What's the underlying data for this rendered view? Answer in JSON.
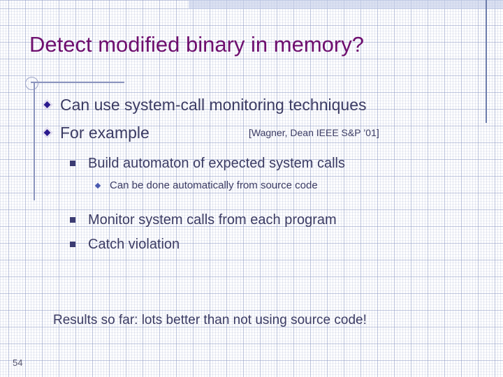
{
  "slide": {
    "title": "Detect modified binary in memory?",
    "page_number": "54",
    "conclusion": "Results so far: lots better than not using source code!",
    "colors": {
      "title": "#6e0e6e",
      "body_text": "#3b3b63",
      "bullet_diamond": "#2b1a8e",
      "bullet_square": "#3b3b72",
      "bullet_small_diamond": "#4a5ab0",
      "band": "#c3cde8",
      "rule": "#6b7bab",
      "background": "#ffffff"
    },
    "bullets": [
      {
        "level": 1,
        "bullet_icon": "diamond-bullet-icon",
        "text": "Can use system-call monitoring techniques",
        "citation": ""
      },
      {
        "level": 1,
        "bullet_icon": "diamond-bullet-icon",
        "text": "For example",
        "citation": "[Wagner, Dean IEEE S&P ’01]"
      },
      {
        "level": 2,
        "bullet_icon": "square-bullet-icon",
        "text": "Build automaton of expected system calls",
        "citation": ""
      },
      {
        "level": 3,
        "bullet_icon": "small-diamond-bullet-icon",
        "text": "Can be done automatically from source code",
        "citation": ""
      },
      {
        "level": 2,
        "bullet_icon": "square-bullet-icon",
        "text": "Monitor system calls from each program",
        "citation": ""
      },
      {
        "level": 2,
        "bullet_icon": "square-bullet-icon",
        "text": "Catch violation",
        "citation": ""
      }
    ]
  }
}
